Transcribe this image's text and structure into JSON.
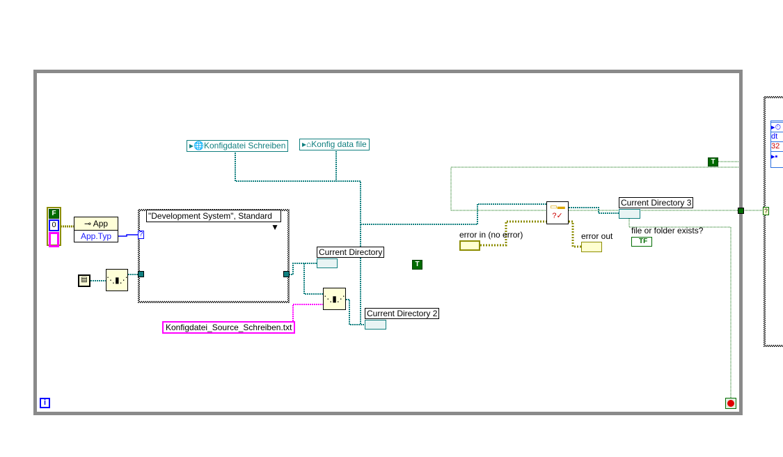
{
  "diagram": {
    "constants": {
      "konfigdatei_schreiben": "Konfigdatei Schreiben",
      "konfig_data_file": "Konfig data file",
      "source_filename": "Konfigdatei_Source_Schreiben.txt",
      "true_constant": "T",
      "false_constant": "F",
      "numeric_zero": "0"
    },
    "property_node": {
      "class": "App",
      "property": "App.Typ"
    },
    "case_structure": {
      "selector_value": "\"Development System\", Standard",
      "selector_terminal": "?"
    },
    "indicators": {
      "current_directory": "Current Directory",
      "current_directory_2": "Current Directory 2",
      "current_directory_3": "Current Directory 3",
      "error_out": "error out",
      "file_or_folder_exists": "file or folder exists?",
      "tf": "TF"
    },
    "controls": {
      "error_in": "error in (no error)"
    },
    "loop": {
      "iteration": "i",
      "conditional_tunnel": "?"
    },
    "right_struct_items": [
      "dt",
      "32"
    ],
    "colors": {
      "path_wire": "#107f7f",
      "string_wire": "#ff00ff",
      "bool_wire": "#006b00",
      "error_wire": "#8c8c00",
      "numeric_wire": "#0000ff",
      "frame": "#8a8a8a"
    }
  }
}
